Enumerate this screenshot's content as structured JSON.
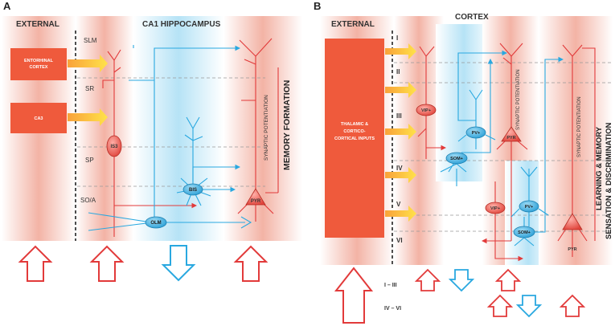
{
  "panel_a": {
    "letter": "A",
    "title": "CA1 HIPPOCAMPUS",
    "external_label": "EXTERNAL",
    "inputs": [
      "ENTORHINAL",
      "CORTEX",
      "CA3"
    ],
    "layers": [
      "SLM",
      "SR",
      "SP",
      "SO/A"
    ],
    "cells": [
      "IS3",
      "BIS",
      "OLM",
      "PYR"
    ],
    "side_small": "SYNAPTIC POTENTIATION",
    "side_big": "MEMORY FORMATION"
  },
  "panel_b": {
    "letter": "B",
    "title": "CORTEX",
    "external_label": "EXTERNAL",
    "input_lines": [
      "THALAMIC &",
      "CORTICO-",
      "CORTICAL INPUTS"
    ],
    "layers": [
      "I",
      "II",
      "III",
      "IV",
      "V",
      "VI"
    ],
    "cells": [
      "VIP+",
      "PV+",
      "PYR",
      "SOM+",
      "VIP+",
      "PV+",
      "SOM+",
      "PYR"
    ],
    "side_small": "SYNAPTIC POTENTIATION",
    "side_big_1": "LEARNING & MEMORY",
    "side_big_2": "SENSATION & DISCRIMINATION",
    "bottom_labels": [
      "I – III",
      "IV – VI"
    ]
  },
  "colors": {
    "red": "#e23a3a",
    "blue": "#29a8e0",
    "orange_box": "#ef5a3c",
    "pink_band": "#f3b8aa",
    "blue_band": "#bfe6f7"
  }
}
